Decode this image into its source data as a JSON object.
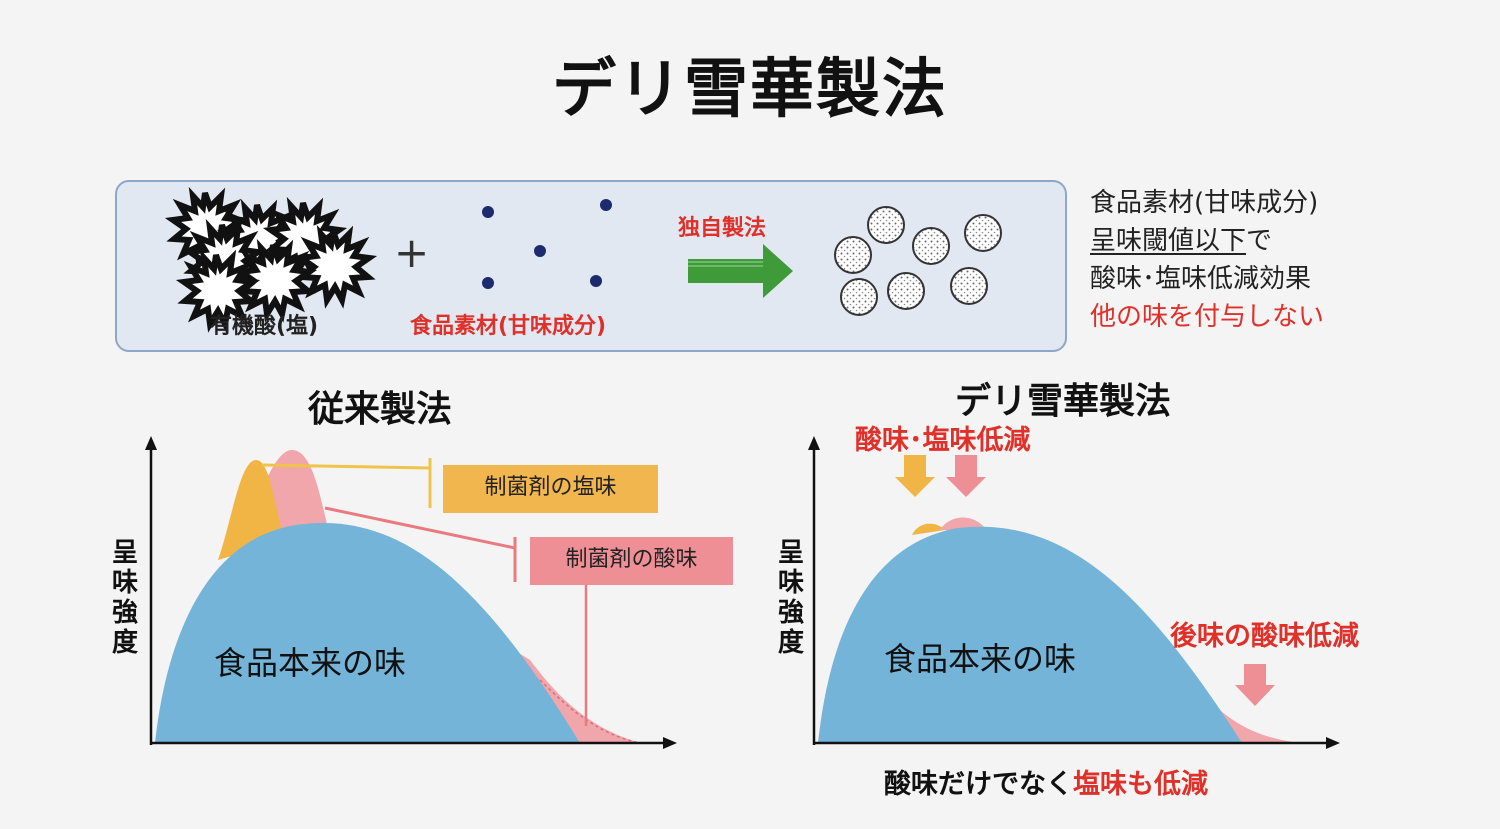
{
  "title": "デリ雪華製法",
  "process": {
    "organic_acid_label": "有機酸(塩)",
    "plus_sign": "+",
    "food_material_label": "食品素材(甘味成分)",
    "method_label": "独自製法"
  },
  "notes": {
    "line1": "食品素材(甘味成分)",
    "line2_underlined": "呈味閾値以下",
    "line2_suffix": "で",
    "line3": "酸味･塩味低減効果",
    "line4": "他の味を付与しない"
  },
  "conventional": {
    "title": "従来製法",
    "y_axis_label": "呈味強度",
    "base_label": "食品本来の味",
    "salt_tag": "制菌剤の塩味",
    "acid_tag": "制菌剤の酸味"
  },
  "deli": {
    "title": "デリ雪華製法",
    "y_axis_label": "呈味強度",
    "base_label": "食品本来の味",
    "reduction_label": "酸味･塩味低減",
    "aftertaste_label": "後味の酸味低減",
    "bottom_prefix": "酸味だけでなく",
    "bottom_highlight": "塩味も低減"
  },
  "colors": {
    "title_text": "#111111",
    "accent_red": "#e0302a",
    "food_blue": "#74b4d8",
    "salt_orange": "#f0b545",
    "acid_pink": "#f0a6ab",
    "arrow_green": "#3f9a3a",
    "salt_tag_bg": "#f1b64d",
    "acid_tag_bg": "#ee8f96",
    "panel_bg": "#e2e8f1"
  }
}
